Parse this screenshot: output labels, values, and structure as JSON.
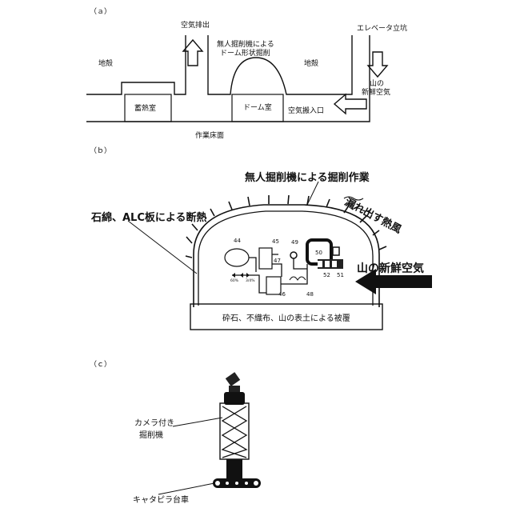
{
  "panel_a": {
    "tag": "（ａ）",
    "air_exhaust": "空気排出",
    "unmanned_dome_line1": "無人掘削機による",
    "unmanned_dome_line2": "ドーム形状掘削",
    "ground_left": "地殻",
    "ground_right": "地殻",
    "elevator": "エレベータ立坑",
    "fresh_air_line1": "山の",
    "fresh_air_line2": "新鮮空気",
    "heat_storage": "蓄熱室",
    "dome_room": "ドーム室",
    "air_inlet": "空気搬入口",
    "work_floor": "作業床面"
  },
  "panel_b": {
    "tag": "（ｂ）",
    "excavation": "無人掘削機による掘削作業",
    "leaking_heat": "漏れ出す熱風",
    "insulation": "石綿、ALC板による断熱",
    "fresh_air": "山の新鮮空気",
    "covering": "砕石、不織布、山の表土による被覆",
    "parts": [
      "44",
      "45",
      "47",
      "49",
      "50",
      "46",
      "52",
      "51",
      "48"
    ]
  },
  "panel_c": {
    "tag": "（ｃ）",
    "machine_line1": "カメラ付き",
    "machine_line2": "掘削機",
    "crawler": "キャタピラ台車"
  }
}
